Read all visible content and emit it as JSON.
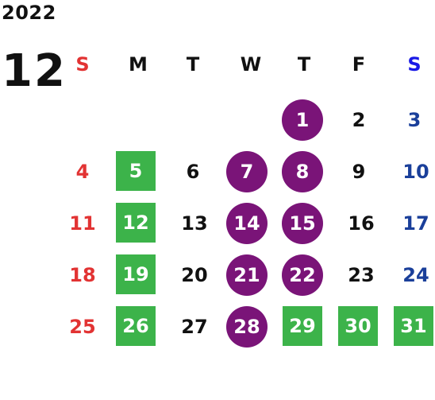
{
  "calendar": {
    "year": "2022",
    "month": "12",
    "weekdays": [
      "S",
      "M",
      "T",
      "W",
      "T",
      "F",
      "S"
    ],
    "weeks": [
      [
        "",
        "",
        "",
        "",
        "1",
        "2",
        "3"
      ],
      [
        "4",
        "5",
        "6",
        "7",
        "8",
        "9",
        "10"
      ],
      [
        "11",
        "12",
        "13",
        "14",
        "15",
        "16",
        "17"
      ],
      [
        "18",
        "19",
        "20",
        "21",
        "22",
        "23",
        "24"
      ],
      [
        "25",
        "26",
        "27",
        "28",
        "29",
        "30",
        "31"
      ]
    ],
    "colors": {
      "sunday": "#e23333",
      "saturday": "#1a3f9a",
      "saturday_header": "#1a1ae6",
      "green_marker": "#3cb34a",
      "purple_marker": "#7a1478"
    }
  }
}
